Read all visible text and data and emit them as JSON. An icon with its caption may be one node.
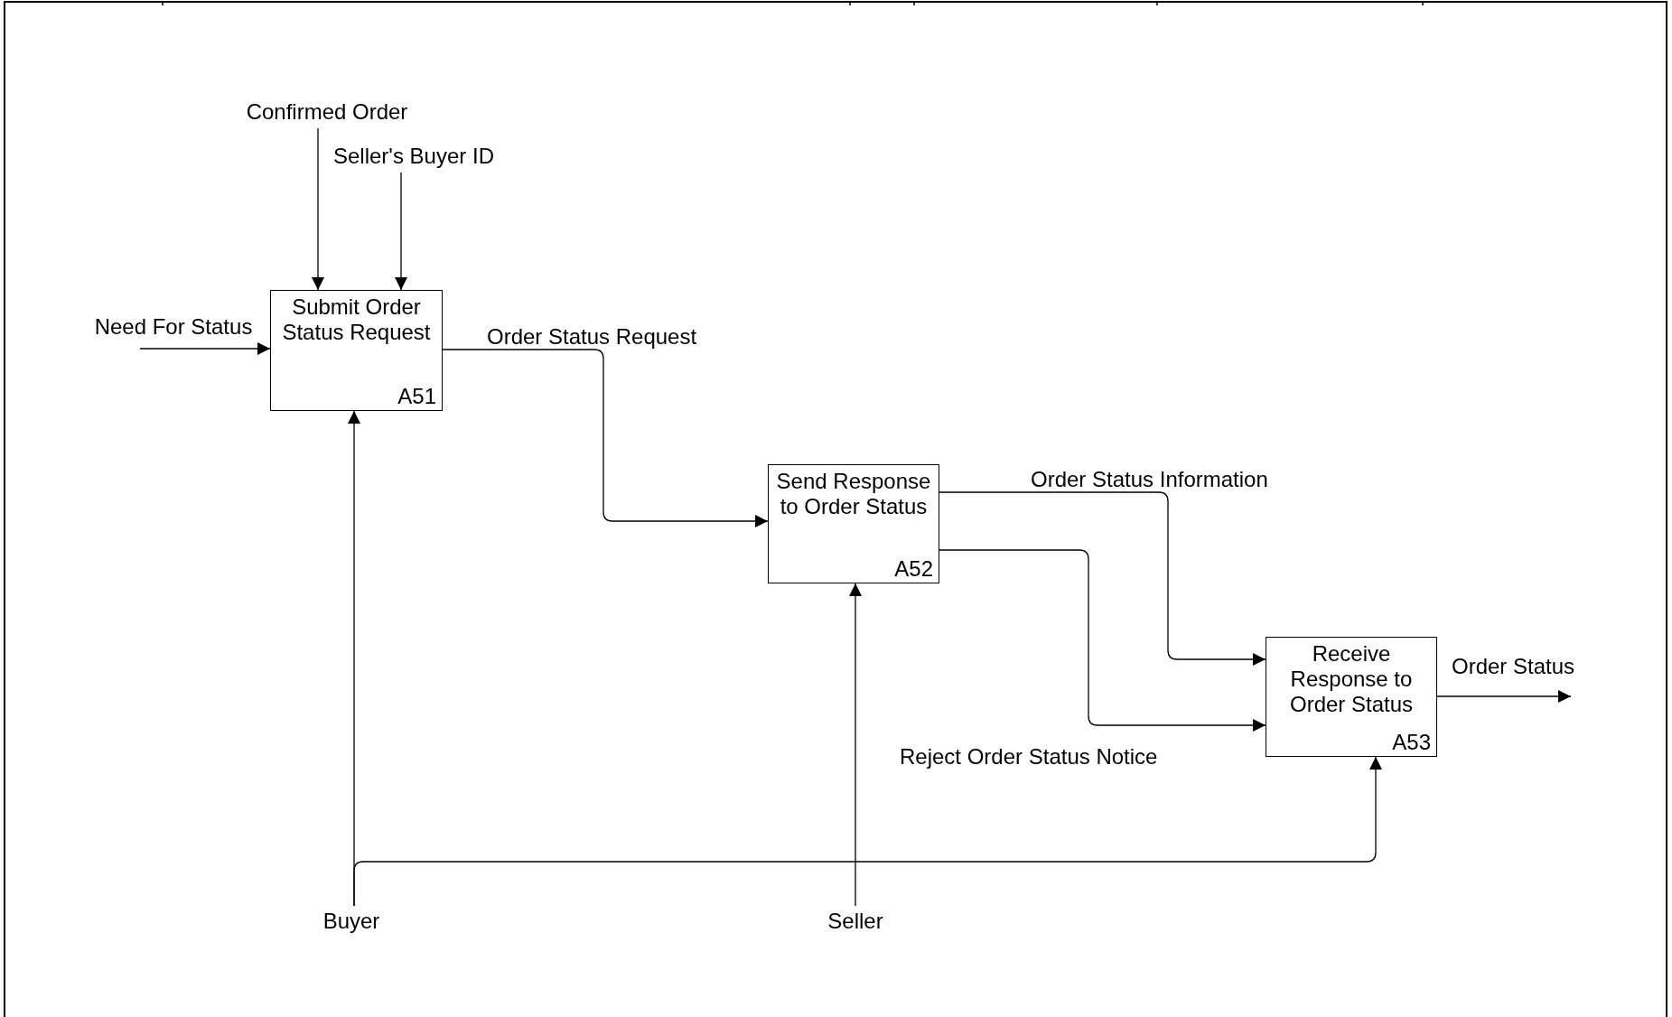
{
  "diagram": {
    "nodes": [
      {
        "text": [
          "Submit Order Status Request",
          "A51"
        ]
      },
      {
        "text": [
          "Send Response to Order Status",
          "A52"
        ]
      },
      {
        "text": [
          "Receive Response to Order Status",
          "A53"
        ]
      },
      {
        "text": [
          "Confirmed Order"
        ]
      },
      {
        "text": [
          "Seller's Buyer ID"
        ]
      },
      {
        "text": [
          "Need For Status"
        ]
      },
      {
        "text": [
          "Buyer"
        ]
      },
      {
        "text": [
          "Seller"
        ]
      }
    ],
    "edges": [
      {
        "from": 3,
        "to": 0,
        "arrow": "to"
      },
      {
        "from": 4,
        "to": 0,
        "arrow": "to"
      },
      {
        "from": 5,
        "to": 0,
        "arrow": "to"
      },
      {
        "from": 0,
        "to": 1,
        "arrow": "to",
        "label": "Order Status Request"
      },
      {
        "from": 1,
        "to": 2,
        "arrow": "to",
        "label": "Order Status Information"
      },
      {
        "from": 1,
        "to": 2,
        "arrow": "to",
        "label": "Reject Order Status Notice"
      },
      {
        "from": 2,
        "to": null,
        "arrow": "to",
        "label": "Order Status"
      },
      {
        "from": 6,
        "to": 0,
        "arrow": "to"
      },
      {
        "from": 6,
        "to": 2,
        "arrow": "to"
      },
      {
        "from": 7,
        "to": 1,
        "arrow": "to"
      }
    ]
  }
}
